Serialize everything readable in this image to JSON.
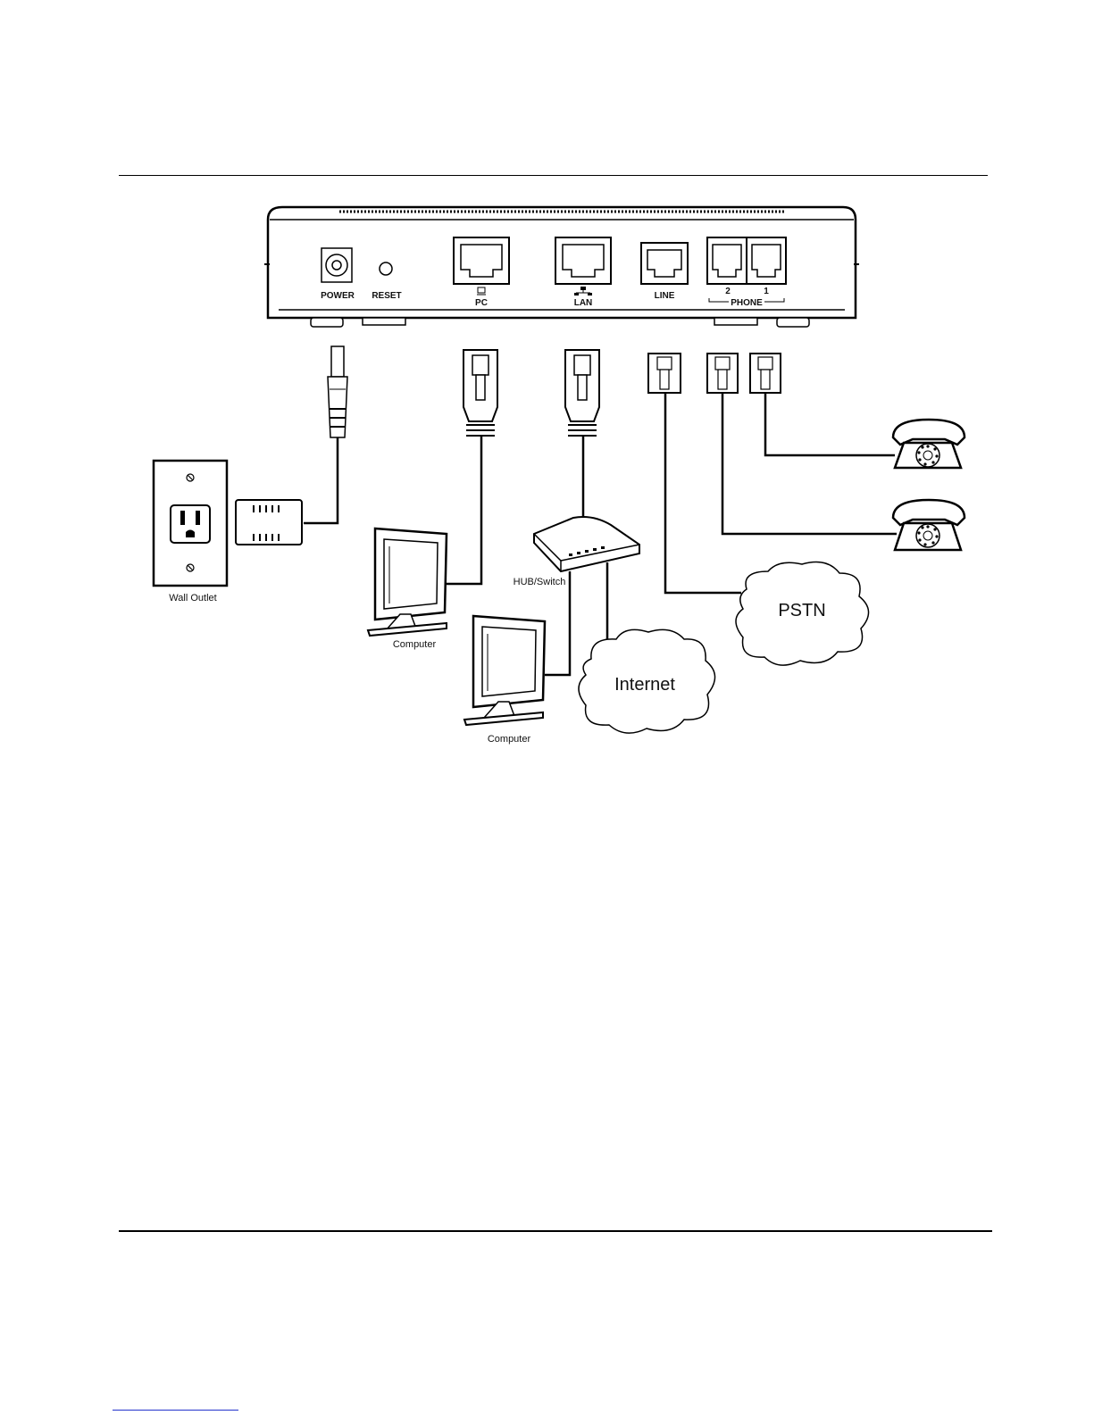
{
  "device": {
    "ports": {
      "power": "POWER",
      "reset": "RESET",
      "pc": "PC",
      "lan": "LAN",
      "line": "LINE",
      "phone_2": "2",
      "phone_1": "1",
      "phone_group": "PHONE"
    }
  },
  "labels": {
    "wall_outlet": "Wall Outlet",
    "computer_1": "Computer",
    "computer_2": "Computer",
    "hub_switch": "HUB/Switch",
    "internet": "Internet",
    "pstn": "PSTN"
  }
}
